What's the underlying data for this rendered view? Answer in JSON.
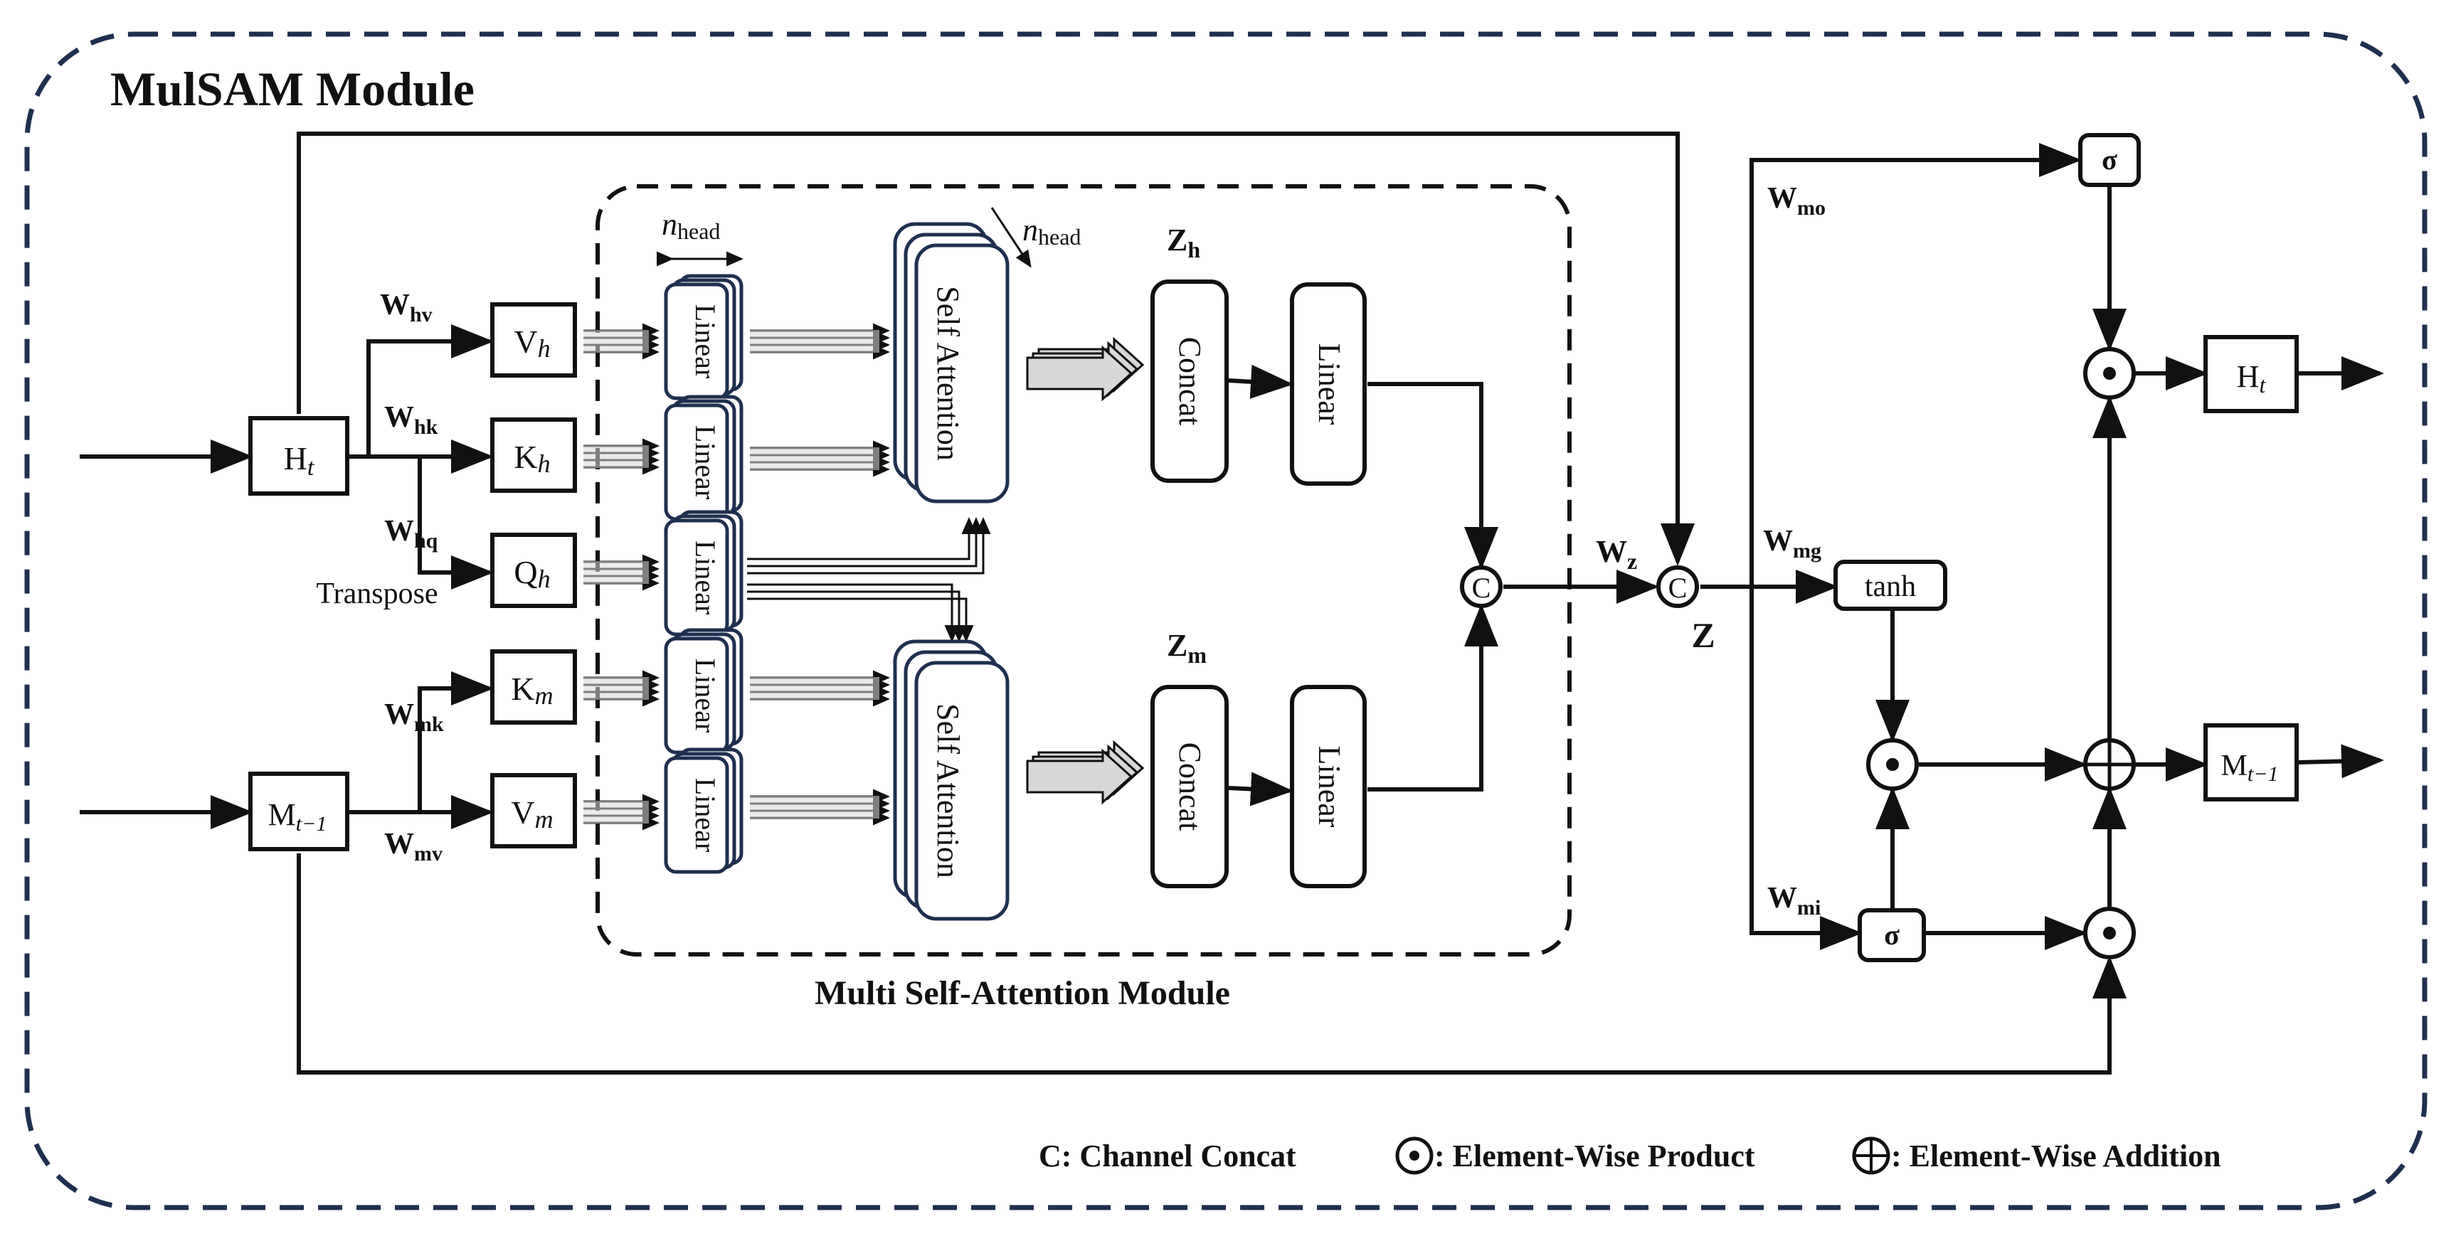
{
  "title": "MulSAM Module",
  "inner_module_label": "Multi Self-Attention Module",
  "inputs": {
    "h": {
      "main": "H",
      "sub": "t"
    },
    "m": {
      "main": "M",
      "sub": "t−1"
    }
  },
  "outputs": {
    "h": {
      "main": "H",
      "sub": "t"
    },
    "m": {
      "main": "M",
      "sub": "t−1"
    }
  },
  "projections": {
    "vh": {
      "main": "V",
      "sub": "h"
    },
    "kh": {
      "main": "K",
      "sub": "h"
    },
    "qh": {
      "main": "Q",
      "sub": "h"
    },
    "km": {
      "main": "K",
      "sub": "m"
    },
    "vm": {
      "main": "V",
      "sub": "m"
    }
  },
  "weights": {
    "hv": {
      "main": "W",
      "sub": "hv"
    },
    "hk": {
      "main": "W",
      "sub": "hk"
    },
    "hq": {
      "main": "W",
      "sub": "hq"
    },
    "mk": {
      "main": "W",
      "sub": "mk"
    },
    "mv": {
      "main": "W",
      "sub": "mv"
    },
    "z": {
      "main": "W",
      "sub": "z"
    },
    "mo": {
      "main": "W",
      "sub": "mo"
    },
    "mg": {
      "main": "W",
      "sub": "mg"
    },
    "mi": {
      "main": "W",
      "sub": "mi"
    }
  },
  "transpose_label": "Transpose",
  "linear_label": "Linear",
  "self_attention_label": "Self Attention",
  "concat_label": "Concat",
  "nhead": {
    "main": "n",
    "sub": "head"
  },
  "zh": {
    "main": "Z",
    "sub": "h"
  },
  "zm": {
    "main": "Z",
    "sub": "m"
  },
  "z_label": "Z",
  "concat_symbol": "C",
  "tanh_label": "tanh",
  "sigma_label": "σ",
  "legend": {
    "concat": "C: Channel Concat",
    "product": ": Element-Wise Product",
    "addition": ": Element-Wise Addition"
  },
  "colors": {
    "frame": "#1f2f4f",
    "stroke": "#111111",
    "arrow_fill": "#d8d8d8"
  }
}
